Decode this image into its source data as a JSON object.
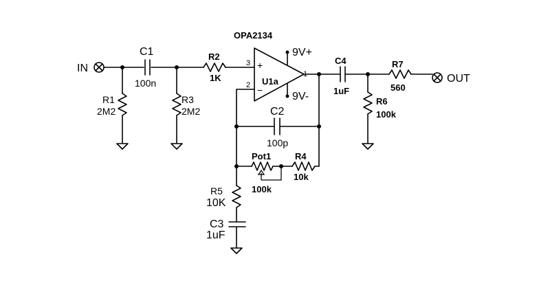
{
  "amp": {
    "chip": "OPA2134",
    "ref": "U1a",
    "pos_supply": "9V+",
    "neg_supply": "9V-",
    "pin_in_plus": "3",
    "pin_in_minus": "2",
    "pin_out": "1",
    "sign_plus": "+",
    "sign_minus": "−"
  },
  "ports": {
    "input": "IN",
    "output": "OUT"
  },
  "components": {
    "c1": {
      "ref": "C1",
      "value": "100n"
    },
    "r1": {
      "ref": "R1",
      "value": "2M2"
    },
    "r3": {
      "ref": "R3",
      "value": "2M2"
    },
    "r2": {
      "ref": "R2",
      "value": "1K"
    },
    "c2": {
      "ref": "C2",
      "value": "100p"
    },
    "pot1": {
      "ref": "Pot1",
      "value": "100k"
    },
    "r4": {
      "ref": "R4",
      "value": "10k"
    },
    "r5": {
      "ref": "R5",
      "value": "10K"
    },
    "c3": {
      "ref": "C3",
      "value": "1uF"
    },
    "c4": {
      "ref": "C4",
      "value": "1uF"
    },
    "r7": {
      "ref": "R7",
      "value": "560"
    },
    "r6": {
      "ref": "R6",
      "value": "100k"
    }
  }
}
